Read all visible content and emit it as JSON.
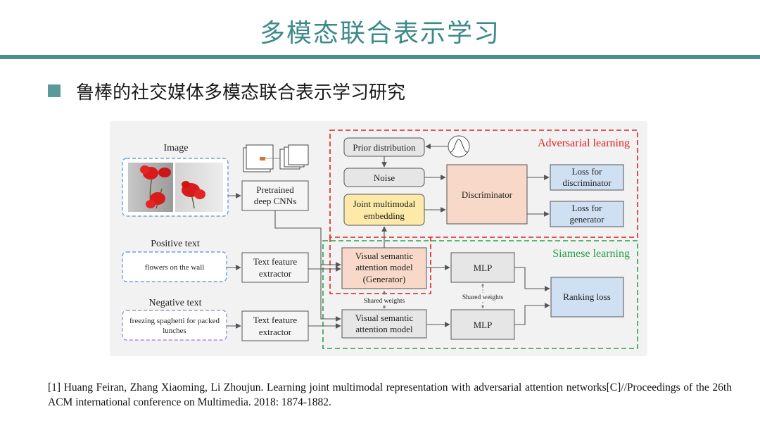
{
  "slide": {
    "title": "多模态联合表示学习",
    "bullet": "鲁棒的社交媒体多模态联合表示学习研究"
  },
  "diagram": {
    "image_label": "Image",
    "positive_label": "Positive text",
    "negative_label": "Negative text",
    "positive_text": "flowers on the wall",
    "negative_text": [
      "freezing spaghetti for packed",
      "lunches"
    ],
    "pretrained_cnn": [
      "Pretrained",
      "deep CNNs"
    ],
    "text_extractor_1": [
      "Text feature",
      "extractor"
    ],
    "text_extractor_2": [
      "Text feature",
      "extractor"
    ],
    "prior": "Prior distribution",
    "noise": "Noise",
    "joint_embedding": [
      "Joint multimodal",
      "embedding"
    ],
    "discriminator": "Discriminator",
    "loss_disc": [
      "Loss for",
      "discriminator"
    ],
    "loss_gen": [
      "Loss for",
      "generator"
    ],
    "vsam_gen": [
      "Visual semantic",
      "attention model",
      "(Generator)"
    ],
    "vsam": [
      "Visual semantic",
      "attention model"
    ],
    "mlp_top": "MLP",
    "mlp_bottom": "MLP",
    "ranking_loss": "Ranking loss",
    "shared_weights_1": "Shared weights",
    "shared_weights_2": "Shared weights",
    "adversarial_label": "Adversarial learning",
    "siamese_label": "Siamese learning"
  },
  "colors": {
    "accent": "#4a8f90",
    "adversarial": "#e02020",
    "siamese": "#28a048",
    "peach": "#f8d8c8",
    "blue_box": "#cfe0f3",
    "yellow_box": "#fde9a8",
    "gray_box": "#e6e6e6"
  },
  "citation": "[1] Huang Feiran, Zhang Xiaoming, Li Zhoujun. Learning joint multimodal representation with adversarial attention networks[C]//Proceedings of the 26th ACM international conference on Multimedia. 2018: 1874-1882."
}
